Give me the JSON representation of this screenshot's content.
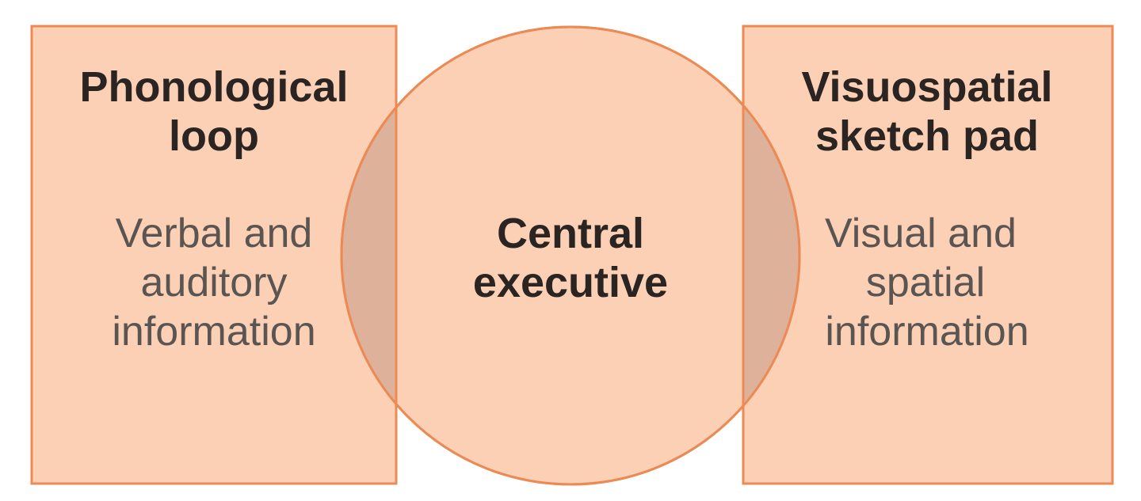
{
  "colors": {
    "fill": "#fbd0b5",
    "stroke": "#ec8a55",
    "overlap": "#ddb19a",
    "title_text": "#2a2422",
    "desc_text": "#5a5452"
  },
  "left_box": {
    "title_line1": "Phonological",
    "title_line2": "loop",
    "desc_line1": "Verbal and",
    "desc_line2": "auditory",
    "desc_line3": "information"
  },
  "center_circle": {
    "title_line1": "Central",
    "title_line2": "executive"
  },
  "right_box": {
    "title_line1": "Visuospatial",
    "title_line2": "sketch pad",
    "desc_line1": "Visual and",
    "desc_line2": "spatial",
    "desc_line3": "information"
  }
}
